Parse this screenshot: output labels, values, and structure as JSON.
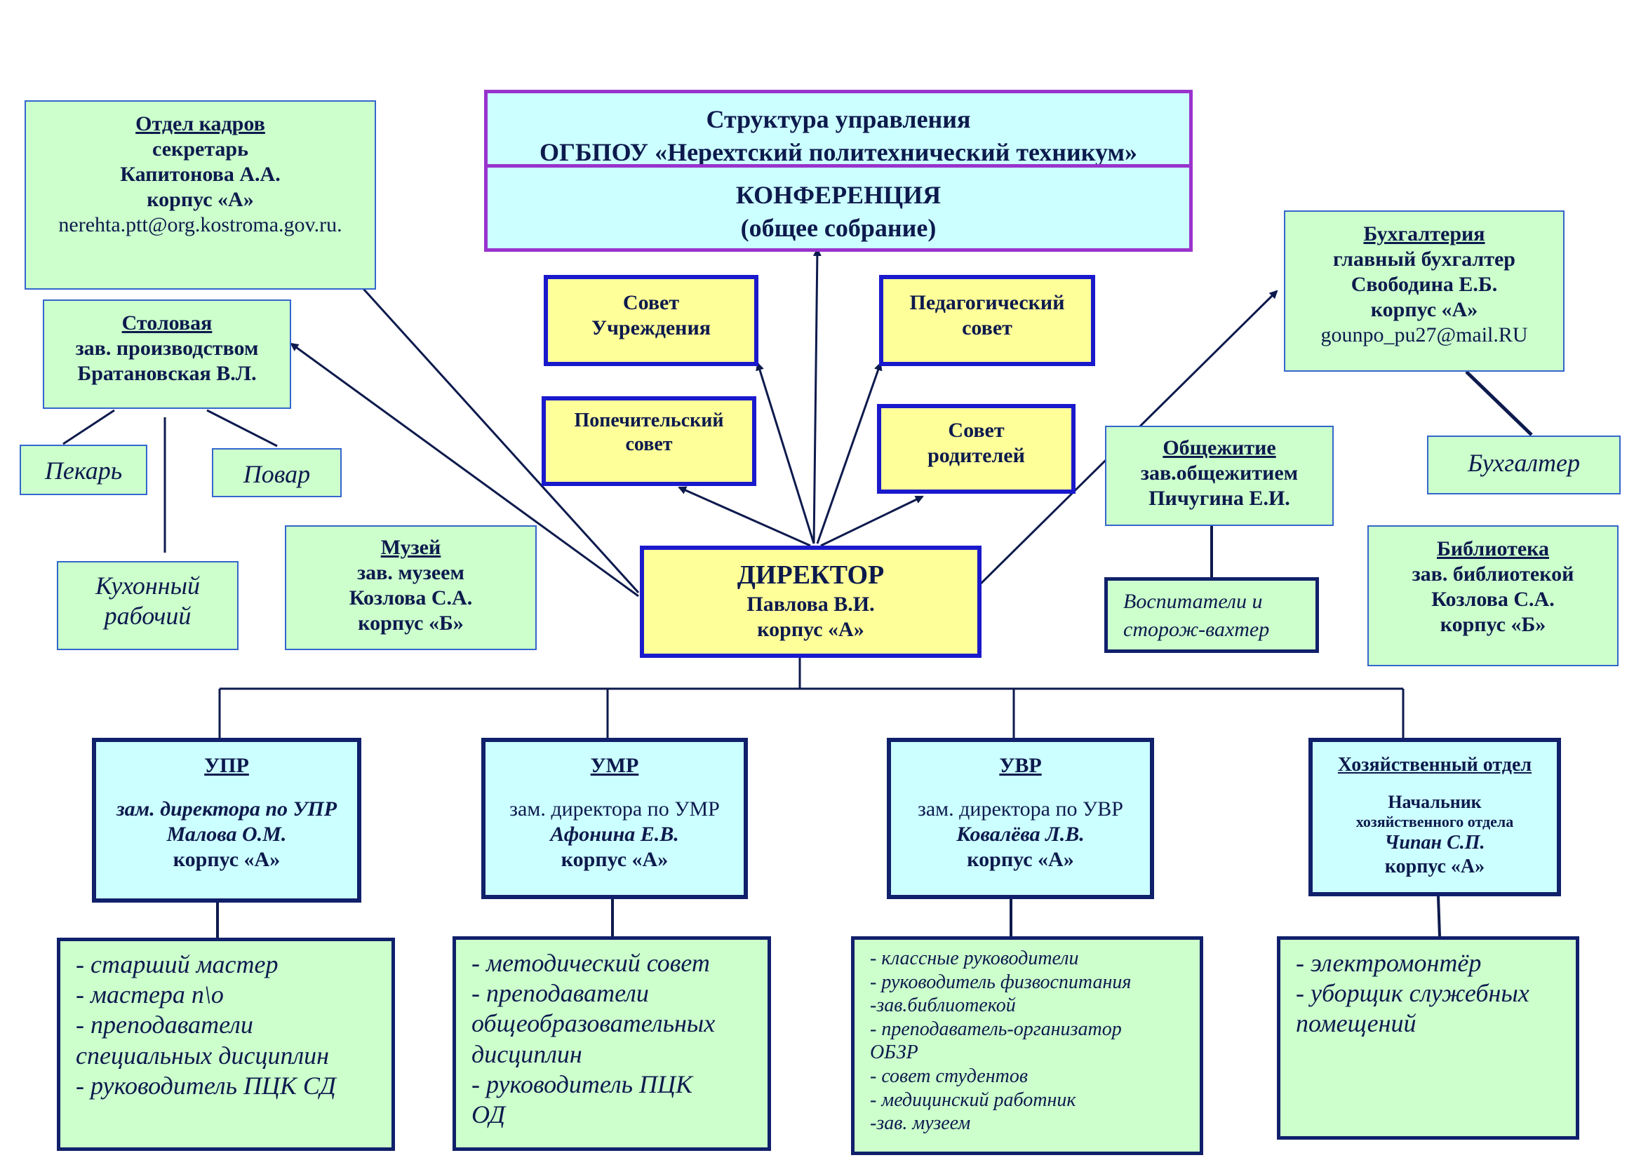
{
  "title": {
    "line1": "Структура управления",
    "line2": "ОГБПОУ   «Нерехтский политехнический техникум»"
  },
  "conference": {
    "line1": "КОНФЕРЕНЦИЯ",
    "line2": "(общее собрание)"
  },
  "hr": {
    "title": "Отдел кадров",
    "role": "секретарь",
    "name": "Капитонова А.А.",
    "building": "корпус «А»",
    "email": "nerehta.ptt@org.kostroma.gov.ru."
  },
  "canteen": {
    "title": "Столовая",
    "role": "зав. производством",
    "name": "Братановская В.Л."
  },
  "baker": "Пекарь",
  "cook": "Повар",
  "kitchen_worker": {
    "line1": "Кухонный",
    "line2": "рабочий"
  },
  "museum": {
    "title": "Музей",
    "role": "зав. музеем",
    "name": "Козлова С.А.",
    "building": "корпус «Б»"
  },
  "councils": {
    "institution": {
      "line1": "Совет",
      "line2": "Учреждения"
    },
    "pedagogical": {
      "line1": "Педагогический",
      "line2": "совет"
    },
    "trustees": {
      "line1": "Попечительский",
      "line2": "совет"
    },
    "parents": {
      "line1": "Совет",
      "line2": "родителей"
    }
  },
  "director": {
    "title": "ДИРЕКТОР",
    "name": "Павлова В.И.",
    "building": "корпус «А»"
  },
  "accounting": {
    "title": "Бухгалтерия",
    "role": "главный бухгалтер",
    "name": "Свободина Е.Б.",
    "building": "корпус «А»",
    "email": "gounpo_pu27@mail.RU"
  },
  "accountant": "Бухгалтер",
  "dormitory": {
    "title": "Общежитие",
    "role": "зав.общежитием",
    "name": "Пичугина Е.И."
  },
  "dorm_staff": {
    "line1": "Воспитатели и",
    "line2": "сторож-вахтер"
  },
  "library": {
    "title": "Библиотека",
    "role": "зав. библиотекой",
    "name": "Козлова С.А.",
    "building": "корпус «Б»"
  },
  "departments": {
    "upr": {
      "title": "УПР",
      "role": "зам. директора по УПР",
      "name": "Малова О.М.",
      "building": "корпус «А»"
    },
    "umr": {
      "title": "УМР",
      "role": "зам. директора по УМР",
      "name": "Афонина Е.В.",
      "building": "корпус «А»"
    },
    "uvr": {
      "title": "УВР",
      "role": "зам. директора по УВР",
      "name": "Ковалёва Л.В.",
      "building": "корпус «А»"
    },
    "hoz": {
      "title": "Хозяйственный отдел",
      "role1": "Начальник",
      "role2": "хозяйственного отдела",
      "name": "Чипан С.П.",
      "building": "корпус «А»"
    }
  },
  "subordinates": {
    "upr": [
      "- старший мастер",
      "- мастера п\\о",
      "- преподаватели",
      "специальных дисциплин",
      "- руководитель  ПЦК СД"
    ],
    "umr": [
      "- методический совет",
      "- преподаватели",
      "общеобразовательных",
      "дисциплин",
      "- руководитель  ПЦК",
      "ОД"
    ],
    "uvr": [
      "- классные руководители",
      "- руководитель физвоспитания",
      "-зав.библиотекой",
      "- преподаватель-организатор",
      "ОБЗР",
      "- совет студентов",
      "- медицинский работник",
      "-зав. музеем"
    ],
    "hoz": [
      "- электромонтёр",
      "- уборщик служебных",
      "помещений"
    ]
  }
}
